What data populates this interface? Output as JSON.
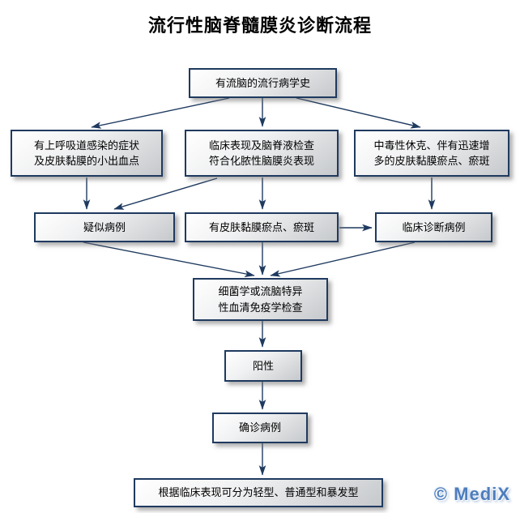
{
  "title": "流行性脑脊髓膜炎诊断流程",
  "colors": {
    "node_border": "#1f3a5f",
    "arrow": "#1f3a5f",
    "node_fill_top": "#ffffff",
    "node_fill_bottom": "#c6c9cc",
    "logo_blue": "#4d7dbd"
  },
  "nodes": {
    "epidemiology": "有流脑的流行病学史",
    "upper_respiratory": "有上呼吸道感染的症状\n及皮肤黏膜的小出血点",
    "csf": "临床表现及脑脊液检查\n符合化脓性脑膜炎表现",
    "toxic_shock": "中毒性休克、伴有迅速增\n多的皮肤黏膜瘀点、瘀斑",
    "suspected": "疑似病例",
    "petechiae": "有皮肤黏膜瘀点、瘀斑",
    "clinical_diagnosis": "临床诊断病例",
    "lab_test": "细菌学或流脑特异\n性血清免疫学检查",
    "positive": "阳性",
    "confirmed": "确诊病例",
    "classification": "根据临床表现可分为轻型、普通型和暴发型"
  },
  "watermark": "© MediX"
}
